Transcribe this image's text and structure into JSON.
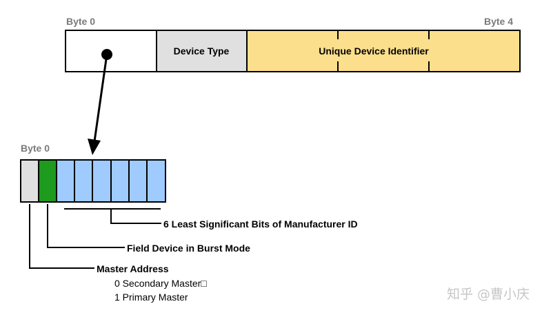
{
  "top_register": {
    "byte_start_label": "Byte 0",
    "byte_end_label": "Byte 4",
    "cells": [
      {
        "label": ""
      },
      {
        "label": "Device Type"
      },
      {
        "label": "Unique Device Identifier"
      }
    ]
  },
  "byte0_detail": {
    "label": "Byte 0",
    "bit_colors": {
      "master": "#e0e0e0",
      "burst": "#1e9a1e",
      "id": "#9fcbff"
    }
  },
  "annotations": {
    "manufacturer_bits": "6 Least Significant Bits of Manufacturer ID",
    "burst_mode": "Field Device in Burst Mode",
    "master_address": "Master Address",
    "master_options": [
      "0 Secondary Master□",
      "1 Primary Master"
    ]
  },
  "watermark": "知乎 @曹小庆",
  "colors": {
    "device_type_fill": "#e0e0e0",
    "unique_id_fill": "#fbdf8d",
    "outline": "#000000"
  }
}
